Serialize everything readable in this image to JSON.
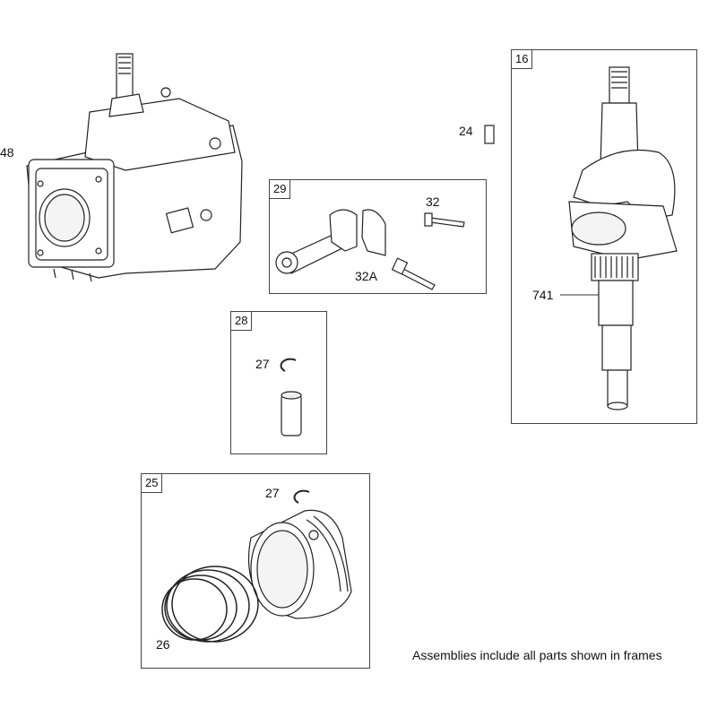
{
  "callouts": {
    "c48": "48",
    "c24": "24",
    "c32": "32",
    "c32a": "32A",
    "c741": "741",
    "c27a": "27",
    "c27b": "27",
    "c26": "26"
  },
  "frames": {
    "f16": "16",
    "f29": "29",
    "f28": "28",
    "f25": "25"
  },
  "note": "Assemblies include all parts shown in frames"
}
